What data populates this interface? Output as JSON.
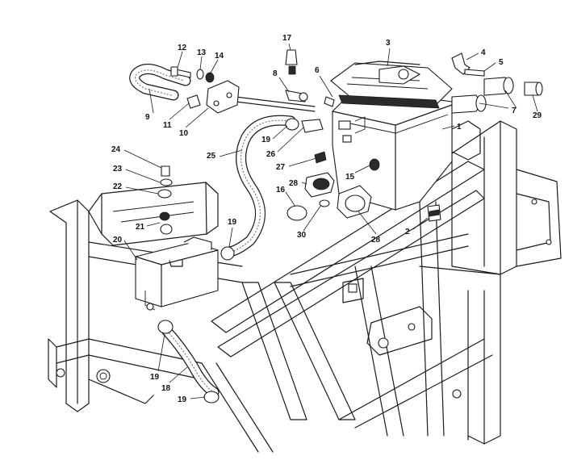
{
  "callouts": [
    {
      "id": "c1",
      "label": "1"
    },
    {
      "id": "c2",
      "label": "2"
    },
    {
      "id": "c3",
      "label": "3"
    },
    {
      "id": "c4",
      "label": "4"
    },
    {
      "id": "c5",
      "label": "5"
    },
    {
      "id": "c6",
      "label": "6"
    },
    {
      "id": "c7",
      "label": "7"
    },
    {
      "id": "c8",
      "label": "8"
    },
    {
      "id": "c9",
      "label": "9"
    },
    {
      "id": "c10",
      "label": "10"
    },
    {
      "id": "c11",
      "label": "11"
    },
    {
      "id": "c12",
      "label": "12"
    },
    {
      "id": "c13",
      "label": "13"
    },
    {
      "id": "c14",
      "label": "14"
    },
    {
      "id": "c15",
      "label": "15"
    },
    {
      "id": "c16",
      "label": "16"
    },
    {
      "id": "c17",
      "label": "17"
    },
    {
      "id": "c18",
      "label": "18"
    },
    {
      "id": "c19a",
      "label": "19"
    },
    {
      "id": "c19b",
      "label": "19"
    },
    {
      "id": "c19c",
      "label": "19"
    },
    {
      "id": "c19d",
      "label": "19"
    },
    {
      "id": "c20",
      "label": "20"
    },
    {
      "id": "c21",
      "label": "21"
    },
    {
      "id": "c22",
      "label": "22"
    },
    {
      "id": "c23",
      "label": "23"
    },
    {
      "id": "c24",
      "label": "24"
    },
    {
      "id": "c25",
      "label": "25"
    },
    {
      "id": "c26",
      "label": "26"
    },
    {
      "id": "c27",
      "label": "27"
    },
    {
      "id": "c28a",
      "label": "28"
    },
    {
      "id": "c28b",
      "label": "28"
    },
    {
      "id": "c29",
      "label": "29"
    },
    {
      "id": "c30",
      "label": "30"
    }
  ]
}
